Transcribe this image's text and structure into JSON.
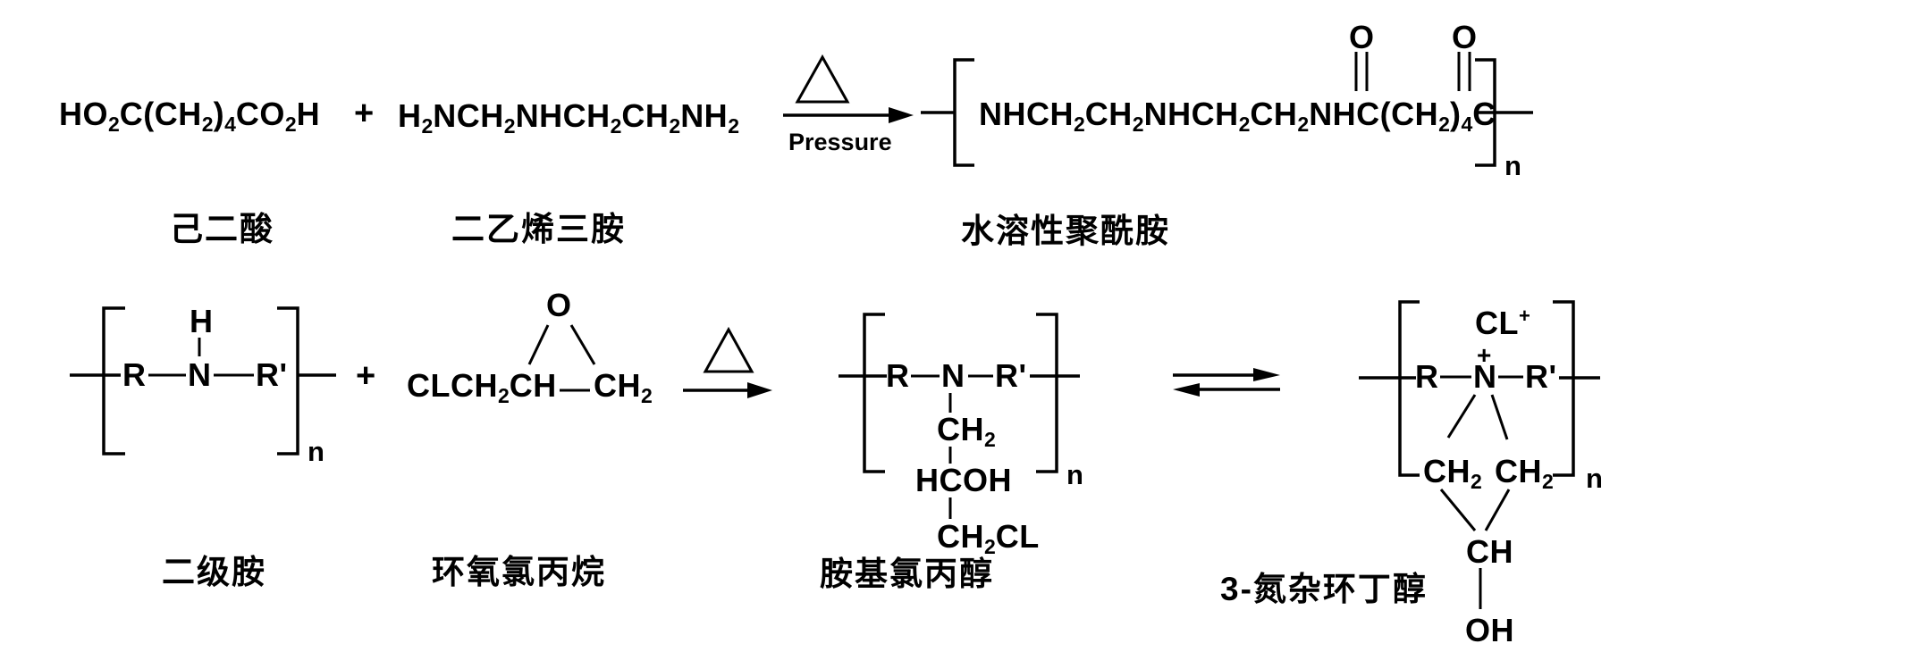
{
  "colors": {
    "ink": "#000000",
    "background": "#ffffff"
  },
  "reaction1": {
    "reactant1_formula": "HO_2C(CH_2)_4CO_2H",
    "plus_sign": "+",
    "reactant2_formula": "H_2NCH_2NHCH_2CH_2NH_2",
    "condition_above_arrow_icon": "delta-heat-triangle",
    "condition_below_arrow": "Pressure",
    "product": {
      "repeat_unit_formula": "NHCH_2CH_2NHCH_2CH_2NHC(CH_2)_4C",
      "carbonyl_oxygen_left": "O",
      "carbonyl_oxygen_right": "O",
      "repeat_subscript": "n"
    },
    "labels": {
      "reactant1": "己二酸",
      "reactant2": "二乙烯三胺",
      "product": "水溶性聚酰胺"
    }
  },
  "reaction2": {
    "secondary_amine": {
      "r_group": "R",
      "amine_h": "H",
      "nitrogen": "N",
      "r_prime_group": "R'",
      "repeat_subscript": "n"
    },
    "plus_sign": "+",
    "epichlorohydrin": {
      "chain_left": "CLCH_2CH",
      "chain_right": "CH_2",
      "epoxide_oxygen": "O"
    },
    "condition_above_arrow_icon": "delta-heat-triangle",
    "amino_chlorohydrin": {
      "r_group": "R",
      "nitrogen": "N",
      "r_prime_group": "R'",
      "side_ch2": "CH_2",
      "side_hcoh": "HCOH",
      "side_ch2cl": "CH_2CL",
      "repeat_subscript": "n"
    },
    "equilibrium_icon": "equilibrium-arrows",
    "azetidinol": {
      "counter_ion": "CL^+",
      "nitrogen_charge": "+",
      "r_group": "R",
      "nitrogen": "N",
      "r_prime_group": "R'",
      "ring_ch2_left": "CH_2",
      "ring_ch2_right": "CH_2",
      "ring_ch": "CH",
      "hydroxyl": "OH",
      "repeat_subscript": "n"
    },
    "labels": {
      "secondary_amine": "二级胺",
      "epichlorohydrin": "环氧氯丙烷",
      "amino_chlorohydrin": "胺基氯丙醇",
      "azetidinol": "3-氮杂环丁醇"
    }
  }
}
